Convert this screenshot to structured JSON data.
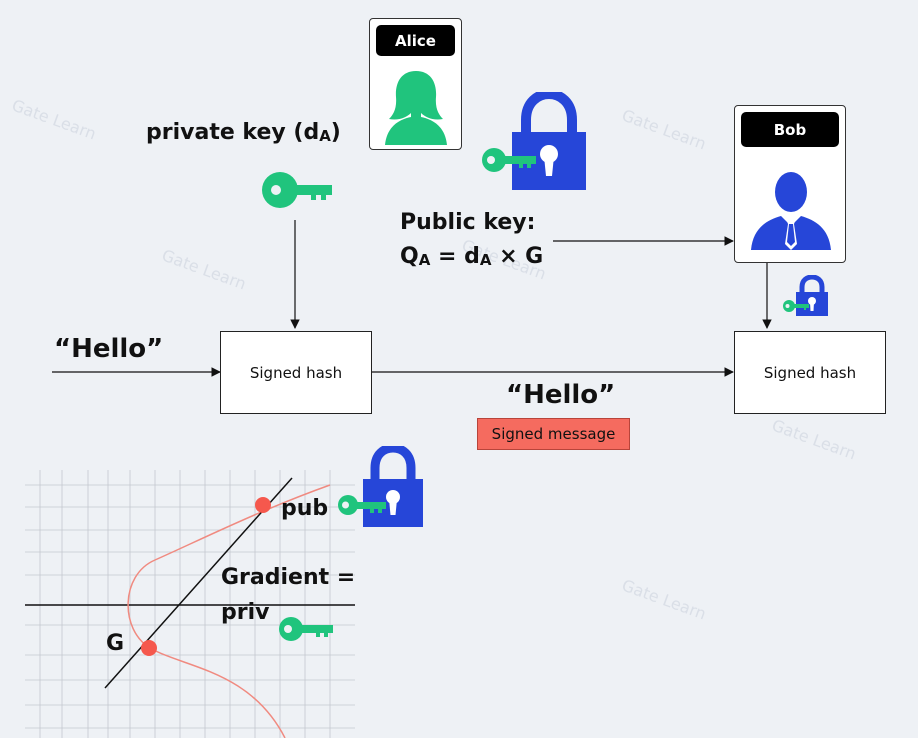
{
  "alice": {
    "name": "Alice"
  },
  "bob": {
    "name": "Bob"
  },
  "private_key": {
    "label": "private key (d",
    "sub": "A",
    "close": ")"
  },
  "public_key": {
    "line1": "Public key:",
    "q": "Q",
    "q_sub": "A",
    "eq": " = d",
    "d_sub": "A",
    "times": " × G"
  },
  "message_left": "“Hello”",
  "signed_hash_left": "Signed hash",
  "signed_hash_right": "Signed hash",
  "message_middle": "“Hello”",
  "signed_message": "Signed message",
  "curve": {
    "pub": "pub",
    "gradient": "Gradient =",
    "priv": "priv",
    "g": "G"
  },
  "watermark": "Gate Learn",
  "colors": {
    "key_green": "#20c47d",
    "lock_blue": "#2646d8",
    "point_red": "#f5584d",
    "curve_red": "#f08a80",
    "background": "#eef1f5"
  },
  "icons": [
    "person-female-icon",
    "person-male-icon",
    "key-icon",
    "lock-icon"
  ]
}
